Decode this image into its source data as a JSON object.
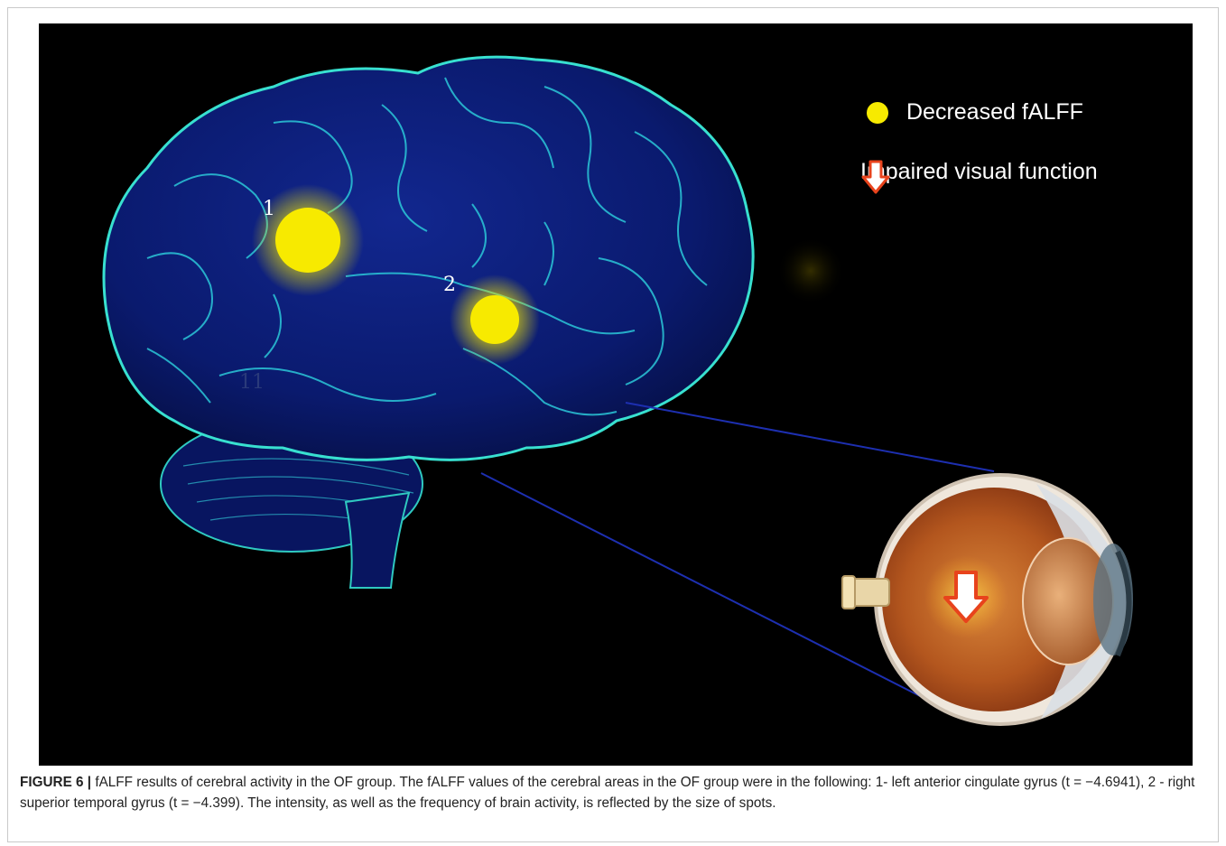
{
  "figure": {
    "legend": {
      "decreased_label": "Decreased fALFF",
      "impaired_label": "Impaired visual function"
    },
    "spots": [
      {
        "label": "1",
        "region": "left anterior cingulate gyrus",
        "t_value": -4.6941
      },
      {
        "label": "2",
        "region": "right superior temporal gyrus",
        "t_value": -4.399
      }
    ],
    "faint_brain_label": "11",
    "colors": {
      "background": "#000000",
      "brain_fill": "#0a1a6e",
      "brain_edge": "#38e0d0",
      "spot": "#f7ea00",
      "arrow": "#e8431c"
    },
    "icons": [
      "brain-illustration",
      "yellow-spot",
      "down-arrow-icon",
      "eyeball-illustration"
    ]
  },
  "caption": {
    "label": "FIGURE 6 |",
    "text": "fALFF results of cerebral activity in the OF group. The fALFF values of the cerebral areas in the OF group were in the following: 1- left anterior cingulate gyrus (t = −4.6941), 2 - right superior temporal gyrus (t = −4.399). The intensity, as well as the frequency of brain activity, is reflected by the size of spots."
  }
}
